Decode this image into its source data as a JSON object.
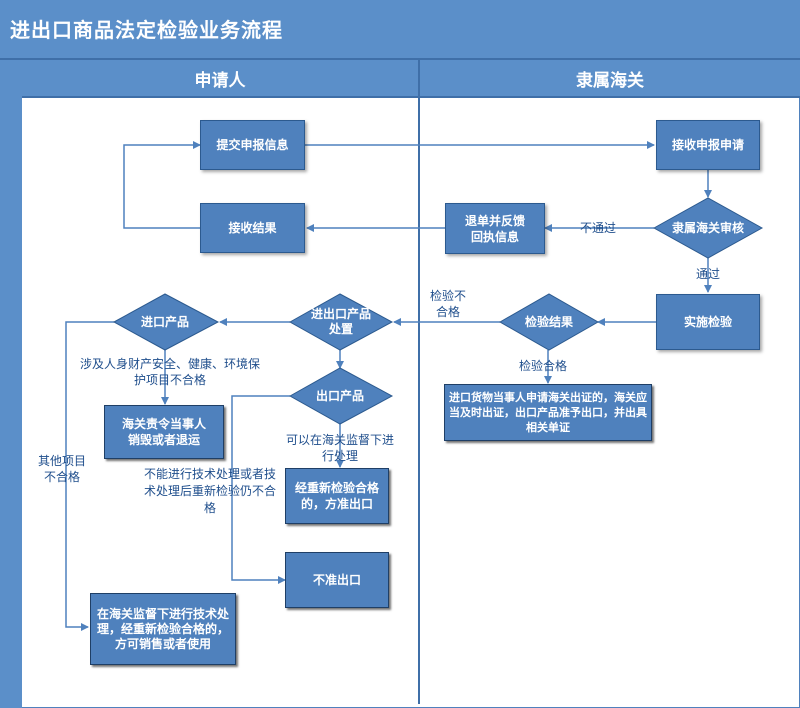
{
  "title": "进出口商品法定检验业务流程",
  "lanes": {
    "applicant": "申请人",
    "customs": "隶属海关"
  },
  "nodes": {
    "submit": "提交申报信息",
    "receive_apply": "接收申报申请",
    "review": "隶属海关审核",
    "return_receipt": "退单并反馈回执信息",
    "receive_result": "接收结果",
    "inspect": "实施检验",
    "inspect_result": "检验结果",
    "disposal": "进出口产品处置",
    "import_product": "进口产品",
    "export_product": "出口产品",
    "order_destroy": "海关责令当事人销毁或者退运",
    "qualified_box": "进口货物当事人申请海关出证的，海关应当及时出证，出口产品准予出口，并出具相关单证",
    "recheck_export": "经重新检验合格的，方准出口",
    "no_export": "不准出口",
    "tech_process": "在海关监督下进行技术处理，经重新检验合格的，方可销售或者使用"
  },
  "labels": {
    "not_pass": "不通过",
    "pass": "通过",
    "inspect_fail": "检验不合格",
    "inspect_pass": "检验合格",
    "safety_fail": "涉及人身财产安全、健康、环境保护项目不合格",
    "other_fail": "其他项目不合格",
    "can_process": "可以在海关监督下进行处理",
    "cannot_process": "不能进行技术处理或者技术处理后重新检验仍不合格"
  },
  "colors": {
    "header": "#5b8fc9",
    "box": "#4f81bd",
    "line": "#4f81bd",
    "label": "#1f4e8c"
  }
}
